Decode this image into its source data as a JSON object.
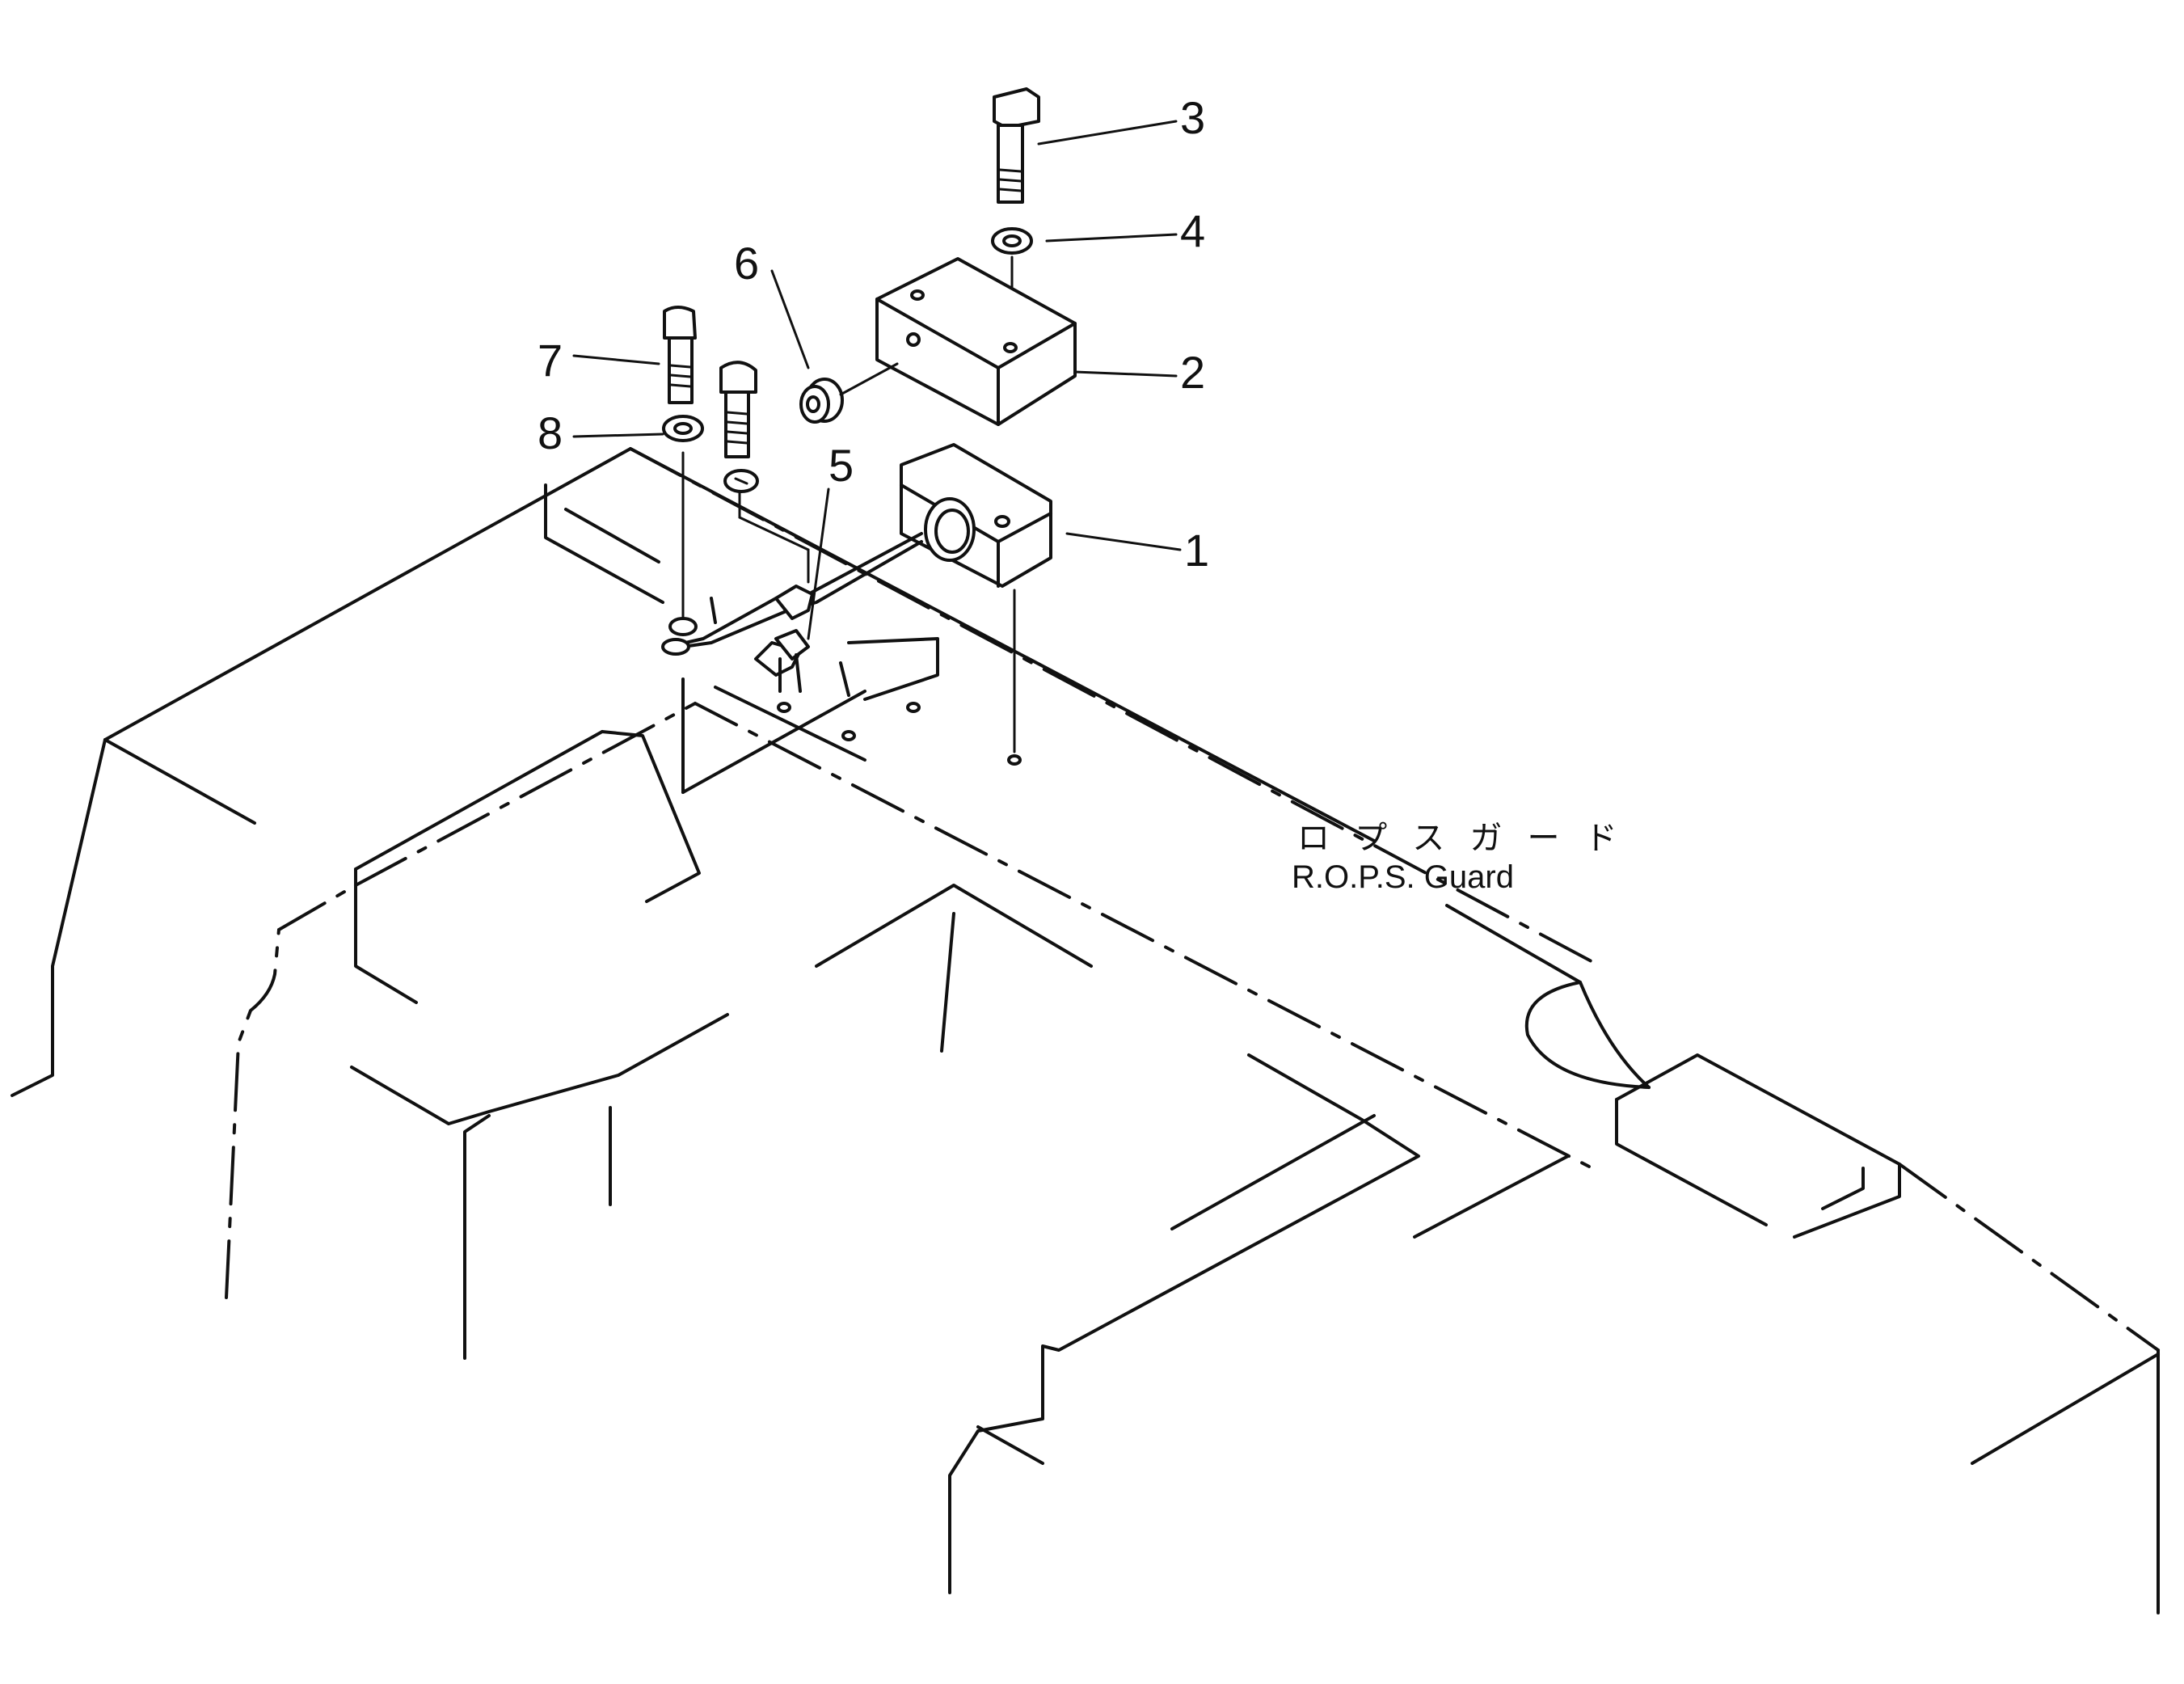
{
  "diagram": {
    "callouts": [
      "1",
      "2",
      "3",
      "4",
      "5",
      "6",
      "7",
      "8"
    ],
    "note_jp": "ロ プ ス ガ ー ド",
    "note_en": "R.O.P.S. Guard"
  }
}
